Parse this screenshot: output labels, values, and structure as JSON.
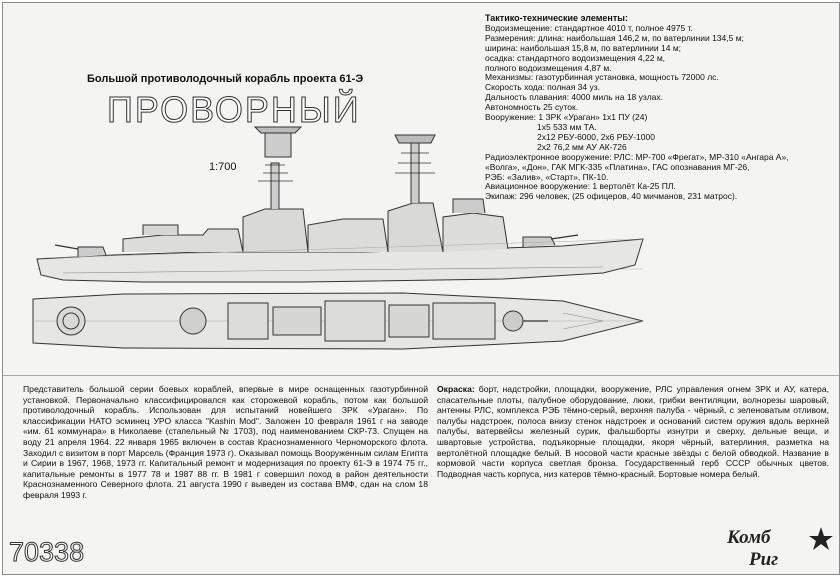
{
  "header": {
    "subtitle": "Большой противолодочный корабль проекта 61-Э",
    "ship_name": "ПРОВОРНЫЙ",
    "scale": "1:700"
  },
  "specs": {
    "title": "Тактико-технические элементы:",
    "lines": [
      "Водоизмещение: стандартное 4010 т, полное 4975 т.",
      "Размерения: длина: наибольшая 146,2 м, по ватерлинии 134,5 м;",
      "ширина: наибольшая 15,8 м, по ватерлинии 14 м;",
      "осадка: стандартного водоизмещения 4,22 м,",
      "полного водоизмещения 4,87 м.",
      "Механизмы: газотурбинная установка, мощность 72000 лс.",
      "Скорость хода: полная 34 уз.",
      "Дальность плавания: 4000 миль на 18 узлах.",
      "Автономность 25 суток.",
      "Вооружение: 1 ЗРК «Ураган» 1х1 ПУ (24)",
      "1х5 533 мм ТА.",
      "2х12 РБУ-6000, 2х6 РБУ-1000",
      "2х2 76,2 мм АУ АК-726",
      "Радиоэлектронное вооружение: РЛС: МР-700 «Фрегат», МР-310 «Ангара А»,",
      "«Волга», «Дон», ГАК МГК-335 «Платина», ГАС опознавания МГ-26,",
      "РЭБ: «Залив», «Старт», ПК-10.",
      "Авиационное вооружение: 1 вертолёт Ка-25 ПЛ.",
      "Экипаж: 296 человек, (25 офицеров, 40 мичманов, 231 матрос)."
    ]
  },
  "history": {
    "text": "Представитель большой серии боевых кораблей, впервые в мире оснащенных газотурбинной установкой. Первоначально классифицировался как сторожевой корабль, потом как большой противолодочный корабль. Использован для испытаний новейшего ЗРК «Ураган». По классификации НАТО эсминец УРО класса \"Kashin Mod\". Заложен 10 февраля 1961 г на заводе «им. 61 коммунара» в Николаеве (стапельный № 1703), под наименованием СКР-73. Спущен на воду 21 апреля 1964. 22 января 1965 включен в состав Краснознаменного Черноморского флота. Заходил с визитом в порт Марсель (Франция 1973 г). Оказывал помощь Вооруженным силам Египта и Сирии в 1967, 1968, 1973 гг. Капитальный ремонт и модернизация по проекту 61-Э в 1974 75 гг., капитальные ремонты в 1977 78 и 1987 88 гг. В 1981 г совершил поход в район деятельности Краснознаменного Северного флота. 21 августа 1990 г выведен из состава ВМФ, сдан на слом 18 февраля 1993 г."
  },
  "coloring": {
    "label": "Окраска:",
    "text": " борт, надстройки, площадки, вооружение, РЛС управления огнем ЗРК и АУ, катера, спасательные плоты, палубное оборудование, люки, грибки вентиляции, волнорезы шаровый, антенны РЛС, комплекса РЭБ тёмно-серый, верхняя палуба - чёрный, с зеленоватым отливом, палубы надстроек, полоса внизу стенок надстроек и оснований систем оружия вдоль верхней палубы, ватервейсы железный сурик, фальшборты изнутри и сверху, дельные вещи, и швартовые устройства, подъякорные площадки, якоря чёрный, ватерлиния, разметка на вертолётной площадке белый. В носовой части красные звёзды с белой обводкой. Название в кормовой части корпуса светлая бронза. Государственный герб СССР обычных цветов. Подводная часть корпуса, низ катеров тёмно-красный. Бортовые номера белый."
  },
  "footer": {
    "catalog_number": "70338",
    "logo_top": "Комб",
    "logo_bottom": "Риг"
  }
}
